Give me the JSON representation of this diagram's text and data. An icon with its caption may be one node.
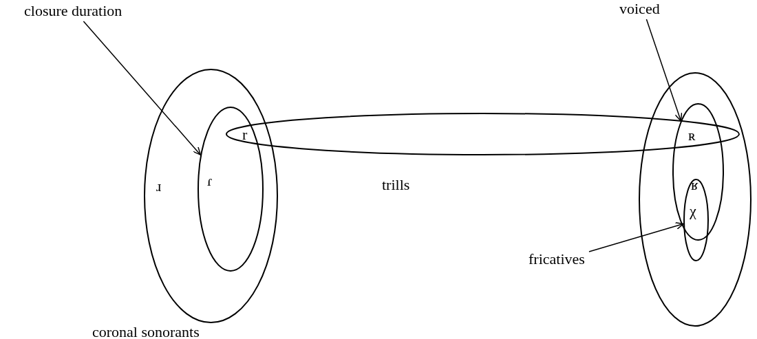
{
  "diagram": {
    "nodes": [
      {
        "text": [
          "ɹ"
        ],
        "beside": [
          "coronal sonorants"
        ]
      },
      {
        "text": [
          "ɾ"
        ],
        "in": 0
      },
      {
        "text": [],
        "shape": "ellipse",
        "beside": [
          "trills"
        ]
      },
      {
        "text": [],
        "shape": "ellipse"
      },
      {
        "text": [],
        "shape": "ellipse",
        "in": 3
      },
      {
        "text": [
          "χ"
        ],
        "in": 3
      },
      {
        "text": [
          "closure duration"
        ]
      },
      {
        "text": [
          "voiced"
        ]
      },
      {
        "text": [
          "fricatives"
        ]
      }
    ],
    "edges": [
      {
        "from": 6,
        "to": 1,
        "arrow": "to"
      },
      {
        "from": 7,
        "to": 4,
        "arrow": "to"
      },
      {
        "from": 8,
        "to": 5,
        "arrow": "to"
      }
    ],
    "labels": [
      "r",
      "ʀ",
      "ʁ"
    ]
  }
}
